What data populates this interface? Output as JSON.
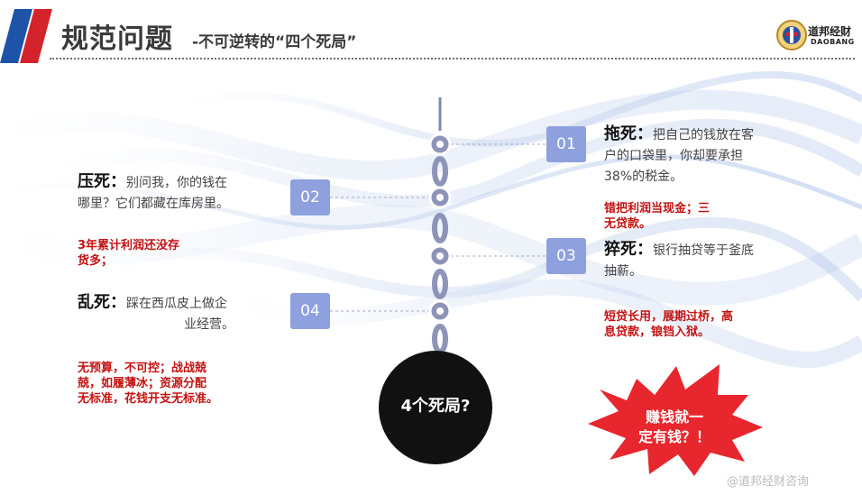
{
  "header": {
    "title": "规范问题",
    "subtitle": "-不可逆转的“四个死局”",
    "brand_name": "道邦经财",
    "brand_en": "DAOBANG"
  },
  "items": [
    {
      "badge": "01",
      "title": "拖死：",
      "body": [
        "把自己的钱放在客",
        "户的口袋里，你却要承担",
        "38%的税金。"
      ],
      "note": [
        "错把利润当现金；三",
        "无贷款。"
      ]
    },
    {
      "badge": "02",
      "title": "压死：",
      "body": [
        "别问我，你的钱在",
        "哪里？它们都藏在库房里。"
      ],
      "note": [
        "3年累计利润还没存",
        "货多；"
      ]
    },
    {
      "badge": "03",
      "title": "猝死：",
      "body": [
        "银行抽贷等于釜底",
        "抽薪。"
      ],
      "note": [
        "短贷长用，展期过桥，高",
        "息贷款，锒铛入狱。"
      ]
    },
    {
      "badge": "04",
      "title": "乱死：",
      "body": [
        "踩在西瓜皮上做企",
        "业经营。"
      ],
      "note": [
        "无预算，不可控；战战兢",
        "兢，如履薄冰；资源分配",
        "无标准，花钱开支无标准。"
      ]
    }
  ],
  "ball_label": "4个死局?",
  "burst_label": [
    "赚钱就一",
    "定有钱？！"
  ],
  "watermark": "@道邦经财咨询",
  "colors": {
    "badge": "#8ea0dd",
    "note": "#c41212",
    "ball": "#111111",
    "burst": "#e8262d",
    "chain": "#8d94b8"
  }
}
